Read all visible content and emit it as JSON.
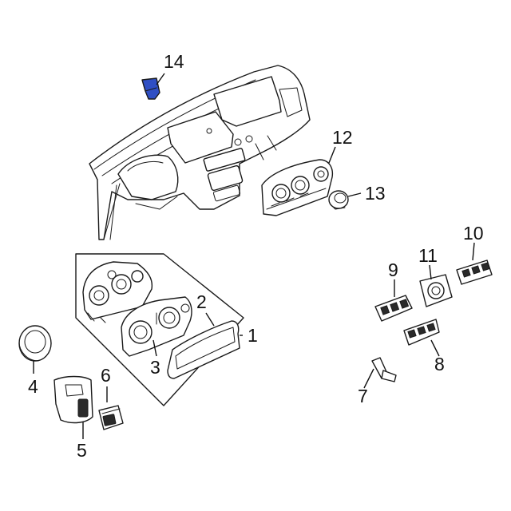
{
  "colors": {
    "highlight": "#2f4fc4",
    "line": "#1a1a1a",
    "background": "#ffffff"
  },
  "callouts": {
    "c1": "1",
    "c2": "2",
    "c3": "3",
    "c4": "4",
    "c5": "5",
    "c6": "6",
    "c7": "7",
    "c8": "8",
    "c9": "9",
    "c10": "10",
    "c11": "11",
    "c12": "12",
    "c13": "13",
    "c14": "14"
  }
}
